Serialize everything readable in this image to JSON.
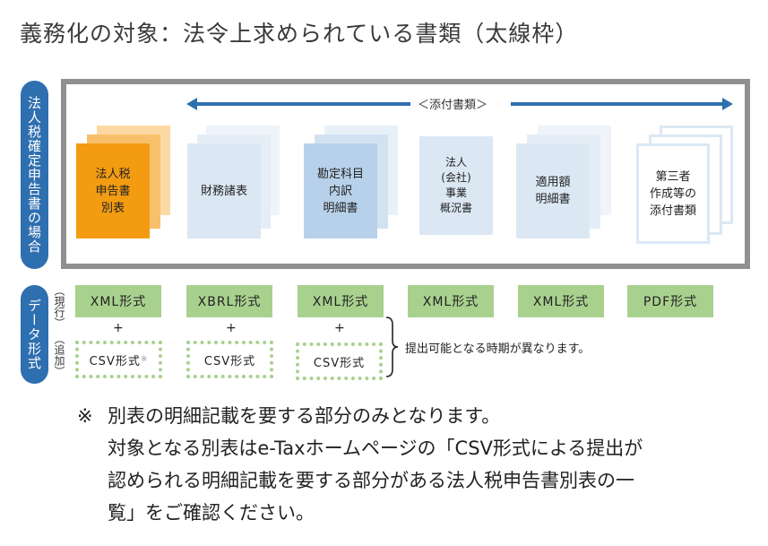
{
  "title": "義務化の対象：法令上求められている書類（太線枠）",
  "side_labels": {
    "top": "法人税確定申告書の場合",
    "bottom": "データ形式"
  },
  "small_labels": {
    "current": "（現行）",
    "added": "（追加）"
  },
  "attachments_label": "＜添付書類＞",
  "documents": [
    {
      "text": "法人税\n申告書\n別表",
      "color": "#f39c12"
    },
    {
      "text": "財務諸表",
      "color": "#dbe8f4"
    },
    {
      "text": "勘定科目\n内訳\n明細書",
      "color": "#b8d1ea"
    },
    {
      "text": "法人\n(会社)\n事業\n概況書",
      "color": "#dbe8f4"
    },
    {
      "text": "適用額\n明細書",
      "color": "#dbe8f4"
    },
    {
      "text": "第三者\n作成等の\n添付書類",
      "color": "#ffffff"
    }
  ],
  "formats": [
    "XML形式",
    "XBRL形式",
    "XML形式",
    "XML形式",
    "XML形式",
    "PDF形式"
  ],
  "plus": "+",
  "csv": [
    {
      "label": "CSV形式",
      "mark": "※"
    },
    {
      "label": "CSV形式"
    },
    {
      "label": "CSV形式"
    }
  ],
  "brace_note": "提出可能となる時期が異なります。",
  "note": {
    "mark": "※",
    "line1": "別表の明細記載を要する部分のみとなります。",
    "line2": "対象となる別表はe-Taxホームページの「CSV形式による提出が",
    "line3": "認められる明細記載を要する部分がある法人税申告書別表の一",
    "line4": "覧」をご確認ください。"
  },
  "colors": {
    "accent_blue": "#2e6fb0",
    "frame_gray": "#909090",
    "format_green": "#a9d18e",
    "orange": "#f39c12"
  }
}
